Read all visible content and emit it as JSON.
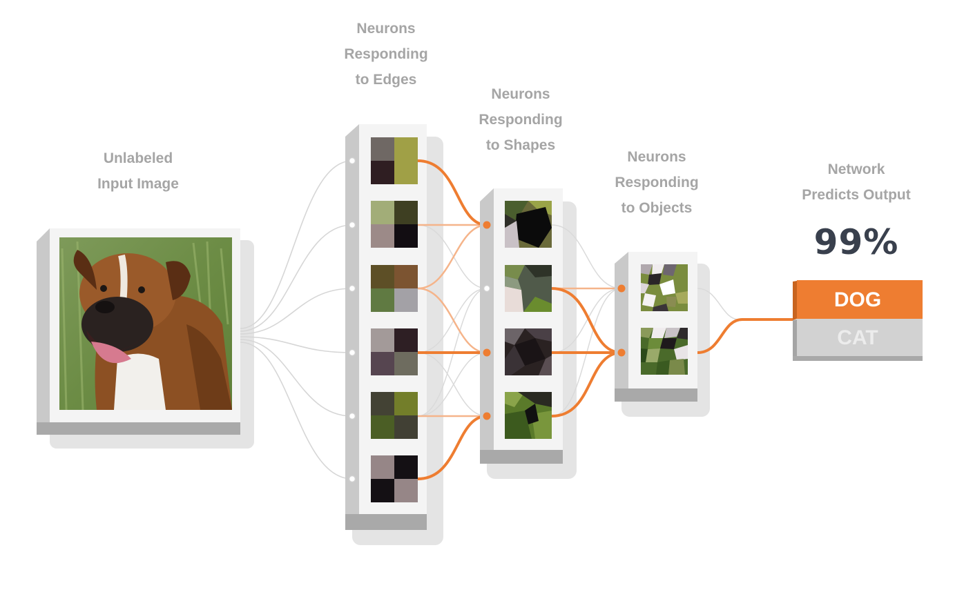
{
  "labels": {
    "input": [
      "Unlabeled",
      "Input Image"
    ],
    "edges": [
      "Neurons",
      "Responding",
      "to Edges"
    ],
    "shapes": [
      "Neurons",
      "Responding",
      "to Shapes"
    ],
    "objects": [
      "Neurons",
      "Responding",
      "to Objects"
    ],
    "output": [
      "Network",
      "Predicts Output"
    ]
  },
  "prediction": {
    "percent": "99%",
    "classes": [
      "DOG",
      "CAT"
    ],
    "selected": "DOG"
  },
  "colors": {
    "accent": "#ee7d31",
    "accent_light": "#f5b48a",
    "line_gray": "#d6d6d6",
    "label_gray": "#a5a5a5",
    "percent_text": "#39404d",
    "cat_box": "#d2d2d2",
    "cat_text": "#ececec"
  },
  "icons": {
    "input_photo": "boxer-dog-photo",
    "edge_tiles": "two-by-two-color-swatch",
    "shape_tiles": "polygon-mosaic",
    "object_tiles": "voronoi-texture"
  },
  "network": {
    "input_connections": [
      "edge-1",
      "edge-2",
      "edge-3",
      "edge-4",
      "edge-5",
      "edge-6"
    ],
    "edges_to_shapes_active": [
      [
        "edge-1",
        "shape-1"
      ],
      [
        "edge-4",
        "shape-3"
      ],
      [
        "edge-6",
        "shape-4"
      ]
    ],
    "edges_to_shapes_light": [
      [
        "edge-2",
        "shape-1"
      ],
      [
        "edge-3",
        "shape-1"
      ],
      [
        "edge-3",
        "shape-3"
      ],
      [
        "edge-5",
        "shape-4"
      ]
    ],
    "shapes_to_objects_active": [
      [
        "shape-2",
        "object-2"
      ],
      [
        "shape-3",
        "object-2"
      ],
      [
        "shape-4",
        "object-2"
      ]
    ],
    "shapes_to_objects_light": [
      [
        "shape-2",
        "object-1"
      ]
    ],
    "objects_to_output_active": [
      [
        "object-2",
        "DOG"
      ]
    ]
  }
}
